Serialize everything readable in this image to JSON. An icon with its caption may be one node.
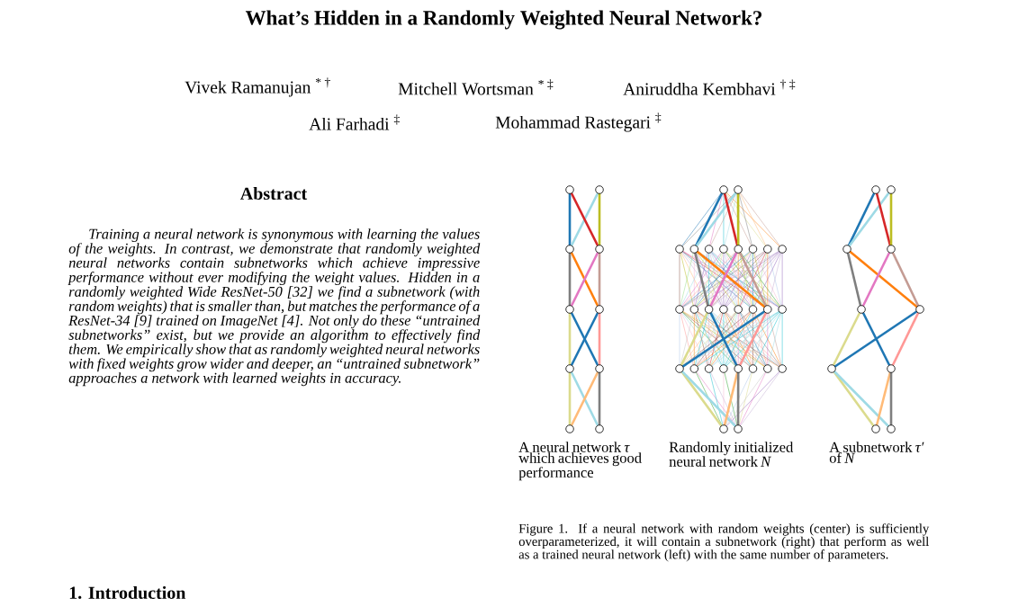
{
  "diagram": {
    "title": "What’s Hidden in a Randomly Weighted Neural Network?",
    "labels": [
      "Vivek Ramanujan $^{* †}$",
      "Mitchell Wortsman $^{* ‡}$",
      "Aniruddha Kembhavi $^{† ‡}$",
      "Ali Farhadi $^{‡}$",
      "Mohammad Rastegari $^{‡}$",
      "Abstract",
      "Training a neural network is synonymous with learning the values of the weights. In contrast, we demonstrate that randomly weighted neural networks contain subnetworks which achieve impressive performance without ever modifying the weight values. Hidden in a randomly weighted Wide ResNet-50 [32] we find a subnetwork (with random weights) that is smaller than, but matches the performance of a ResNet-34 [9] trained on ImageNet [4]. Not only do these “untrained subnetworks” exist, but we provide an algorithm to effectively find them. We empirically show that as randomly weighted neural networks with fixed weights grow wider and deeper, an “untrained subnetwork” approaches a network with learned weights in accuracy.",
      "1. Introduction",
      "A neural network *τ* which achieves good performance",
      "Randomly initialized neural network *N*",
      "A subnetwork *τ′* of *N*",
      "Figure 1. If a neural network with random weights (center) is sufficiently overparameterized, it will contain a subnetwork (right) that perform as well as a trained neural network (left) with the same number of parameters."
    ]
  }
}
